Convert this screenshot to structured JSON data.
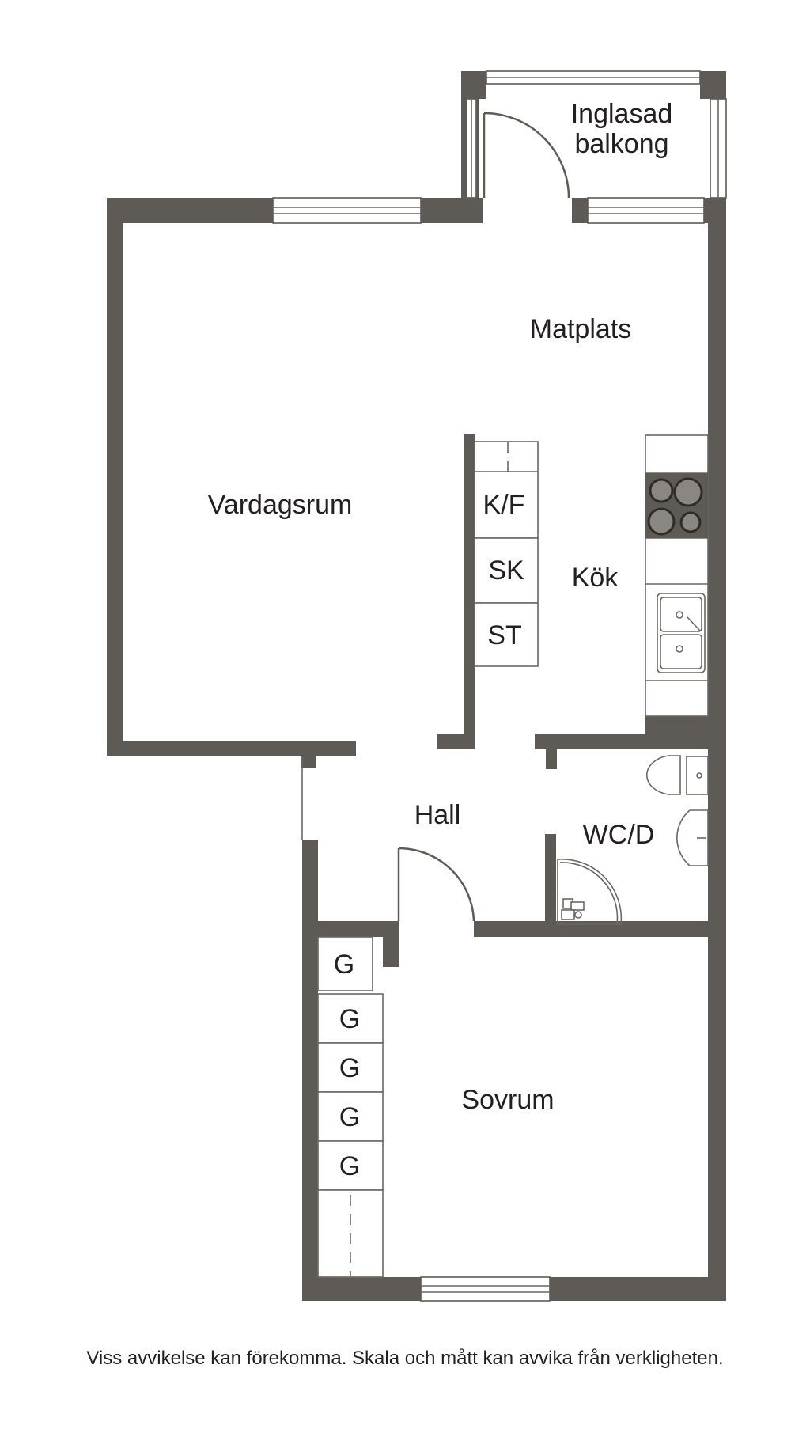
{
  "rooms": {
    "balcony_line1": "Inglasad",
    "balcony_line2": "balkong",
    "dining": "Matplats",
    "living": "Vardagsrum",
    "kitchen": "Kök",
    "hall": "Hall",
    "wc": "WC/D",
    "bedroom": "Sovrum"
  },
  "cabinets": {
    "fridge_freezer": "K/F",
    "broom_closet": "SK",
    "storage": "ST",
    "wardrobes": [
      "G",
      "G",
      "G",
      "G",
      "G"
    ]
  },
  "disclaimer": "Viss avvikelse kan förekomma. Skala och mått kan avvika från verkligheten.",
  "colors": {
    "wall": "#5e5a55",
    "fixture_line": "#6b6763",
    "text": "#231f20",
    "background": "#ffffff"
  }
}
